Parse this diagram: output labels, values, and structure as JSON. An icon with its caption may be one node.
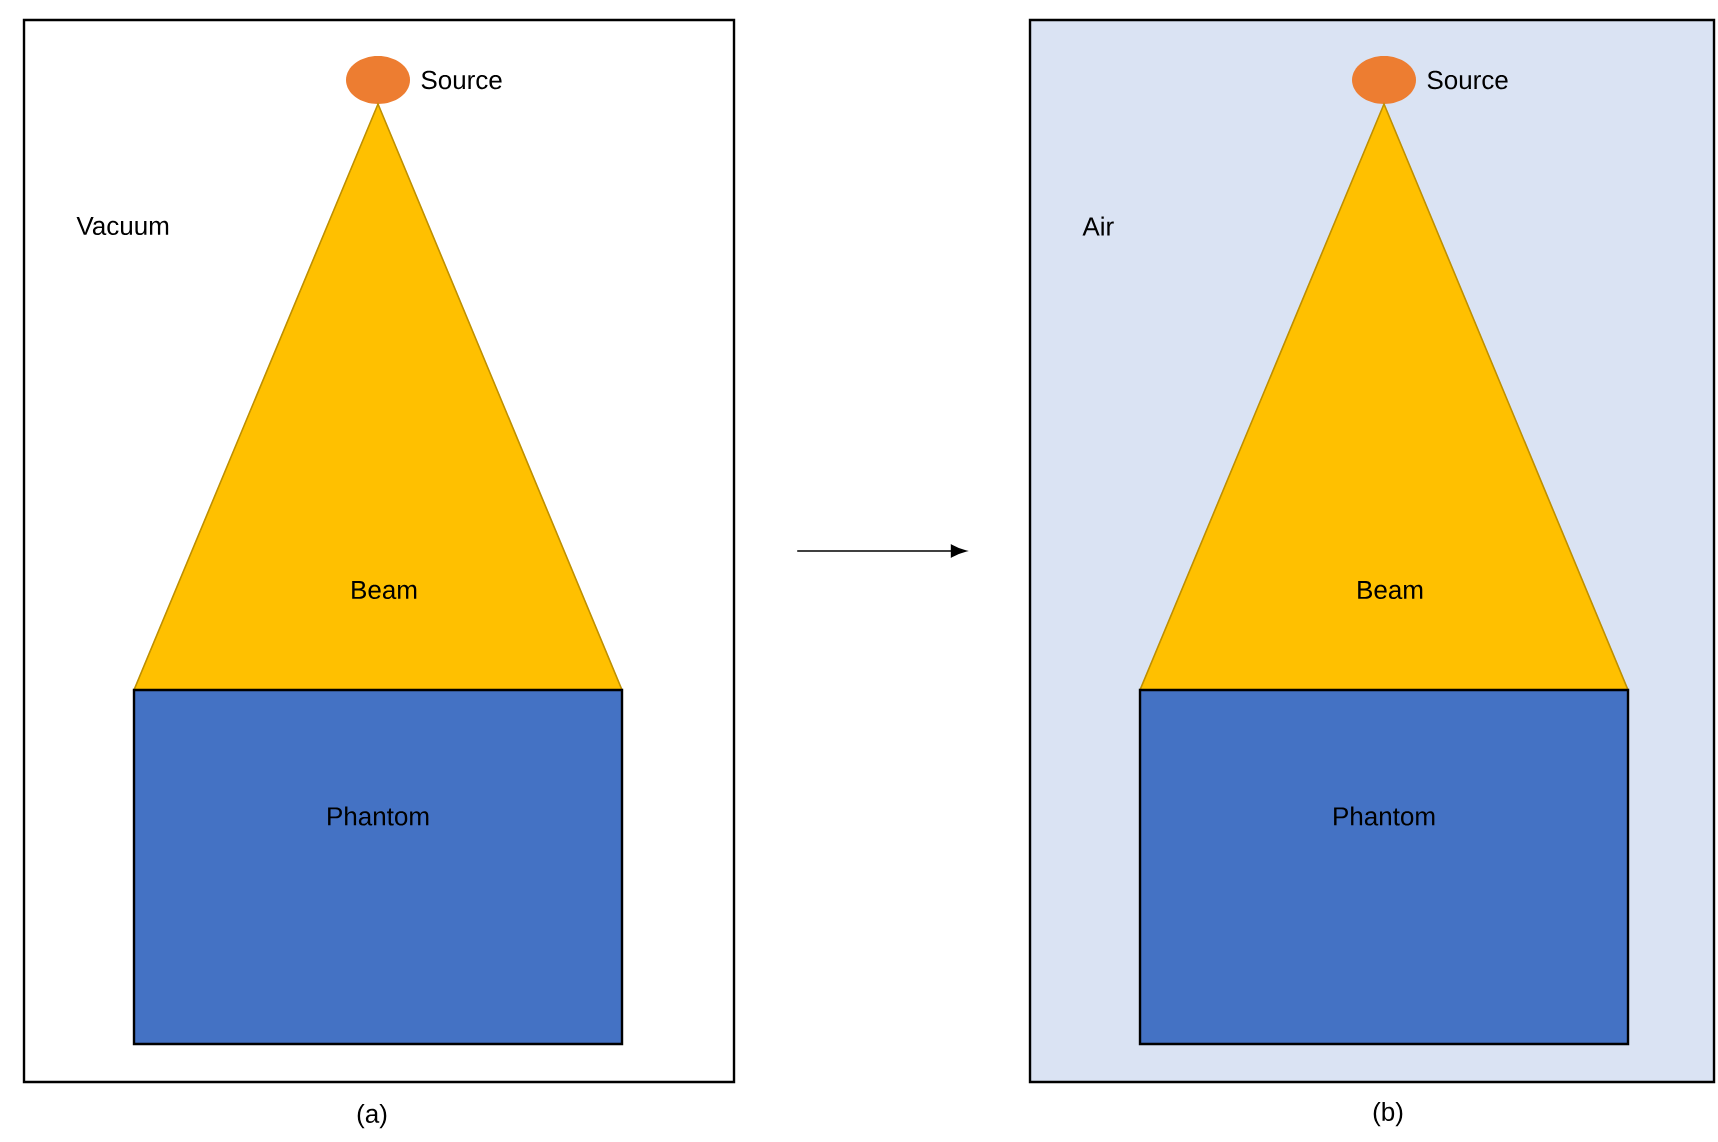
{
  "diagram": {
    "nodes": [
      {
        "text": [
          "Vacuum"
        ]
      },
      {
        "text": [
          "Source"
        ],
        "in": 0
      },
      {
        "text": [
          "Beam"
        ],
        "in": 0
      },
      {
        "text": [
          "Phantom"
        ],
        "in": 0
      },
      {
        "text": [
          "Air"
        ]
      },
      {
        "text": [
          "Source"
        ],
        "in": 4
      },
      {
        "text": [
          "Beam"
        ],
        "in": 4
      },
      {
        "text": [
          "Phantom"
        ],
        "in": 4
      }
    ],
    "edges": [
      {
        "from": 0,
        "to": 4,
        "arrow": "to"
      }
    ],
    "labels": [
      "(a)",
      "(b)"
    ]
  }
}
